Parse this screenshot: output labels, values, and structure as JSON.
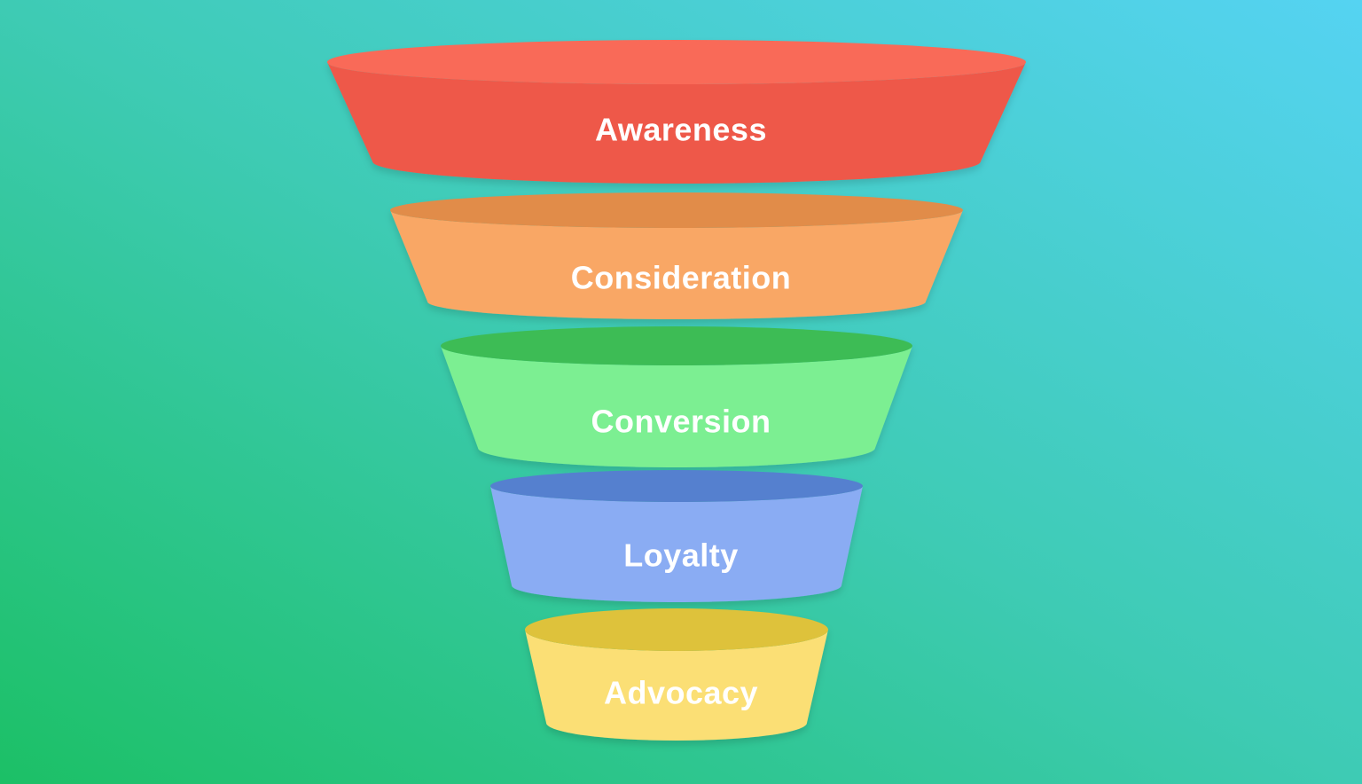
{
  "background": {
    "gradient_top_right": "#55d3f2",
    "gradient_mid": "#3ecbb4",
    "gradient_bottom_left": "#1cc066"
  },
  "funnel": {
    "label_color": "#ffffff",
    "stages": [
      {
        "label": "Awareness",
        "top_color": "#f96b58",
        "body_color": "#ee5849"
      },
      {
        "label": "Consideration",
        "top_color": "#e18c49",
        "body_color": "#f9a765"
      },
      {
        "label": "Conversion",
        "top_color": "#3ebc54",
        "body_color": "#7cef92"
      },
      {
        "label": "Loyalty",
        "top_color": "#5580cf",
        "body_color": "#8aacf3"
      },
      {
        "label": "Advocacy",
        "top_color": "#dec23a",
        "body_color": "#fbdf74"
      }
    ]
  }
}
